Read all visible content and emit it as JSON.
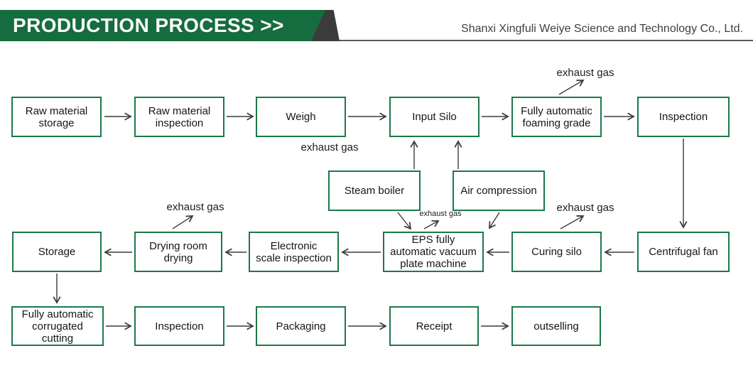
{
  "header": {
    "title": "PRODUCTION PROCESS >>",
    "company": "Shanxi Xingfuli Weiye Science and Technology Co., Ltd."
  },
  "colors": {
    "banner_green": "#156C3E",
    "box_border_green": "#1A7A4A",
    "corner_dark": "#3B3B3B",
    "rule_gray": "#58595B",
    "arrow_gray": "#3C3C3C",
    "text_dark": "#161616"
  },
  "flowchart": {
    "nodes": [
      {
        "id": "raw-material-storage",
        "label": "Raw material\nstorage"
      },
      {
        "id": "raw-material-inspection",
        "label": "Raw material\ninspection"
      },
      {
        "id": "weigh",
        "label": "Weigh"
      },
      {
        "id": "input-silo",
        "label": "Input Silo"
      },
      {
        "id": "foaming-grade",
        "label": "Fully automatic\nfoaming grade"
      },
      {
        "id": "inspection-top",
        "label": "Inspection"
      },
      {
        "id": "steam-boiler",
        "label": "Steam boiler"
      },
      {
        "id": "air-compression",
        "label": "Air compression"
      },
      {
        "id": "storage",
        "label": "Storage"
      },
      {
        "id": "drying-room",
        "label": "Drying room\ndrying"
      },
      {
        "id": "electronic-scale",
        "label": "Electronic\nscale inspection"
      },
      {
        "id": "eps-machine",
        "label": "EPS fully\nautomatic vacuum\nplate machine"
      },
      {
        "id": "curing-silo",
        "label": "Curing silo"
      },
      {
        "id": "centrifugal-fan",
        "label": "Centrifugal fan"
      },
      {
        "id": "corrugated-cutting",
        "label": "Fully automatic\ncorrugated\ncutting"
      },
      {
        "id": "inspection-bottom",
        "label": "Inspection"
      },
      {
        "id": "packaging",
        "label": "Packaging"
      },
      {
        "id": "receipt",
        "label": "Receipt"
      },
      {
        "id": "outselling",
        "label": "outselling"
      }
    ],
    "exhaust_labels": [
      {
        "id": "exhaust-foaming",
        "label": "exhaust gas"
      },
      {
        "id": "exhaust-weigh",
        "label": "exhaust gas"
      },
      {
        "id": "exhaust-drying",
        "label": "exhaust gas"
      },
      {
        "id": "exhaust-eps",
        "label": "exhaust gas"
      },
      {
        "id": "exhaust-curing",
        "label": "exhaust gas"
      }
    ]
  }
}
